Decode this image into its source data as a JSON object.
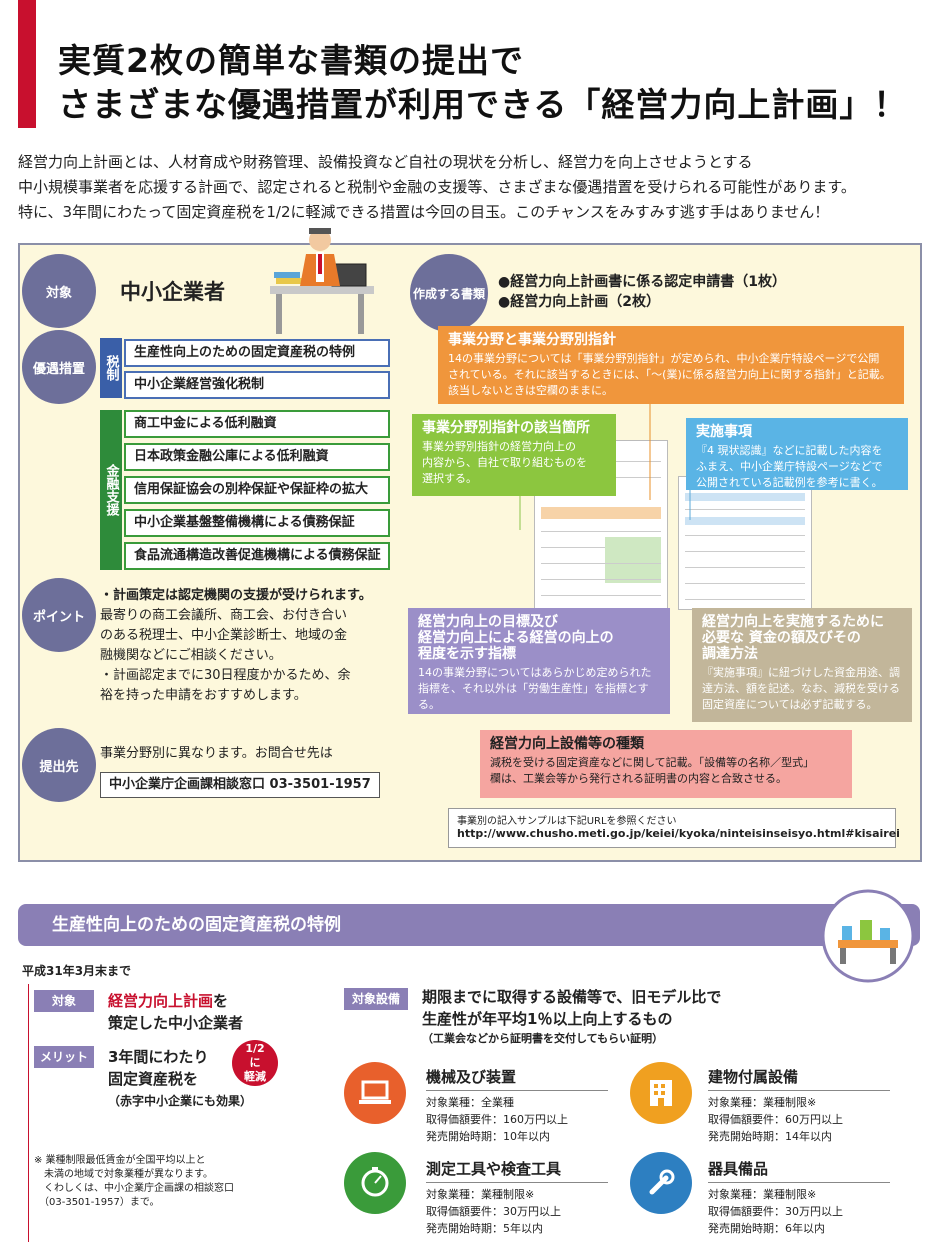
{
  "title": {
    "line1": "実質2枚の簡単な書類の提出で",
    "line2": "さまざまな優遇措置が利用できる「経営力向上計画」！"
  },
  "intro": [
    "経営力向上計画とは、人材育成や財務管理、設備投資など自社の現状を分析し、経営力を向上させようとする",
    "中小規模事業者を応援する計画で、認定されると税制や金融の支援等、さまざまな優遇措置を受けられる可能性があります。",
    "特に、3年間にわたって固定資産税を1/2に軽減できる措置は今回の目玉。このチャンスをみすみす逃す手はありません！"
  ],
  "target": {
    "label": "対象",
    "value": "中小企業者"
  },
  "documents": {
    "label": "作成する書類",
    "items": [
      "●経営力向上計画書に係る認定申請書（1枚）",
      "●経営力向上計画（2枚）"
    ]
  },
  "benefits": {
    "label": "優遇措置",
    "tax_label": "税制",
    "tax_items": [
      "生産性向上のための固定資産税の特例",
      "中小企業経営強化税制"
    ],
    "finance_label": "金融支援",
    "finance_items": [
      "商工中金による低利融資",
      "日本政策金融公庫による低利融資",
      "信用保証協会の別枠保証や保証枠の拡大",
      "中小企業基盤整備機構による債務保証",
      "食品流通構造改善促進機構による債務保証"
    ]
  },
  "point": {
    "label": "ポイント",
    "lines": [
      "・計画策定は認定機関の支援が受けられます。",
      "最寄りの商工会議所、商工会、お付き合い",
      "のある税理士、中小企業診断士、地域の金",
      "融機関などにご相談ください。",
      "・計画認定までに30日程度かかるため、余",
      "裕を持った申請をおすすめします。"
    ]
  },
  "submit": {
    "label": "提出先",
    "text": "事業分野別に異なります。お問合せ先は",
    "contact": "中小企業庁企画課相談窓口 03-3501-1957"
  },
  "callouts": {
    "orange": {
      "title": "事業分野と事業分野別指針",
      "body": [
        "14の事業分野については「事業分野別指針」が定められ、中小企業庁特設ページで公開",
        "されている。それに該当するときには、「～(業)に係る経営力向上に関する指針」と記載。",
        "該当しないときは空欄のままに。"
      ]
    },
    "green": {
      "title": "事業分野別指針の該当箇所",
      "body": [
        "事業分野別指針の経営力向上の",
        "内容から、自社で取り組むものを",
        "選択する。"
      ]
    },
    "blue": {
      "title": "実施事項",
      "body": [
        "『4 現状認識』などに記載した内容を",
        "ふまえ、中小企業庁特設ページなどで",
        "公開されている記載例を参考に書く。"
      ]
    },
    "purple": {
      "title": [
        "経営力向上の目標及び",
        "経営力向上による経営の向上の",
        "程度を示す指標"
      ],
      "body": [
        "14の事業分野についてはあらかじめ定められた",
        "指標を、それ以外は「労働生産性」を指標とする。"
      ]
    },
    "tan": {
      "title": [
        "経営力向上を実施するために",
        "必要な 資金の額及びその",
        "調達方法"
      ],
      "body": [
        "『実施事項』に紐づけした資金用途、調",
        "達方法、額を記述。なお、減税を受ける",
        "固定資産については必ず記載する。"
      ]
    },
    "pink": {
      "title": "経営力向上設備等の種類",
      "body": [
        "減税を受ける固定資産などに関して記載。「設備等の名称／型式」",
        "欄は、工業会等から発行される証明書の内容と合致させる。"
      ]
    }
  },
  "sample": {
    "note": "事業別の記入サンプルは下記URLを参照ください",
    "url": "http://www.chusho.meti.go.jp/keiei/kyoka/ninteisinseisyo.html#kisairei"
  },
  "section2": {
    "header": "生産性向上のための固定資産税の特例",
    "deadline": "平成31年3月末まで",
    "target_tag": "対象",
    "target_red": "経営力向上計画",
    "target_rest": "を",
    "target_line2": "策定した中小企業者",
    "merit_tag": "メリット",
    "merit_line1": "3年間にわたり",
    "merit_line2": "固定資産税を",
    "merit_badge": [
      "1/2",
      "に",
      "軽減"
    ],
    "merit_note": "（赤字中小企業にも効果）",
    "footnote": [
      "※ 業種制限最低賃金が全国平均以上と",
      "　未満の地域で対象業種が異なります。",
      "　くわしくは、中小企業庁企画課の相談窓口",
      "　（03-3501-1957）まで。"
    ],
    "equip_tag": "対象設備",
    "equip_line1": "期限までに取得する設備等で、旧モデル比で",
    "equip_line2": "生産性が年平均1％以上向上するもの",
    "equip_line3": "（工業会などから証明書を交付してもらい証明）",
    "items": [
      {
        "title": "機械及び装置",
        "lines": [
          "対象業種：全業種",
          "取得価額要件：160万円以上",
          "発売開始時期：10年以内"
        ]
      },
      {
        "title": "建物付属設備",
        "lines": [
          "対象業種：業種制限※",
          "取得価額要件：60万円以上",
          "発売開始時期：14年以内"
        ]
      },
      {
        "title": "測定工具や検査工具",
        "lines": [
          "対象業種：業種制限※",
          "取得価額要件：30万円以上",
          "発売開始時期：5年以内"
        ]
      },
      {
        "title": "器具備品",
        "lines": [
          "対象業種：業種制限※",
          "取得価額要件：30万円以上",
          "発売開始時期：6年以内"
        ]
      }
    ]
  }
}
